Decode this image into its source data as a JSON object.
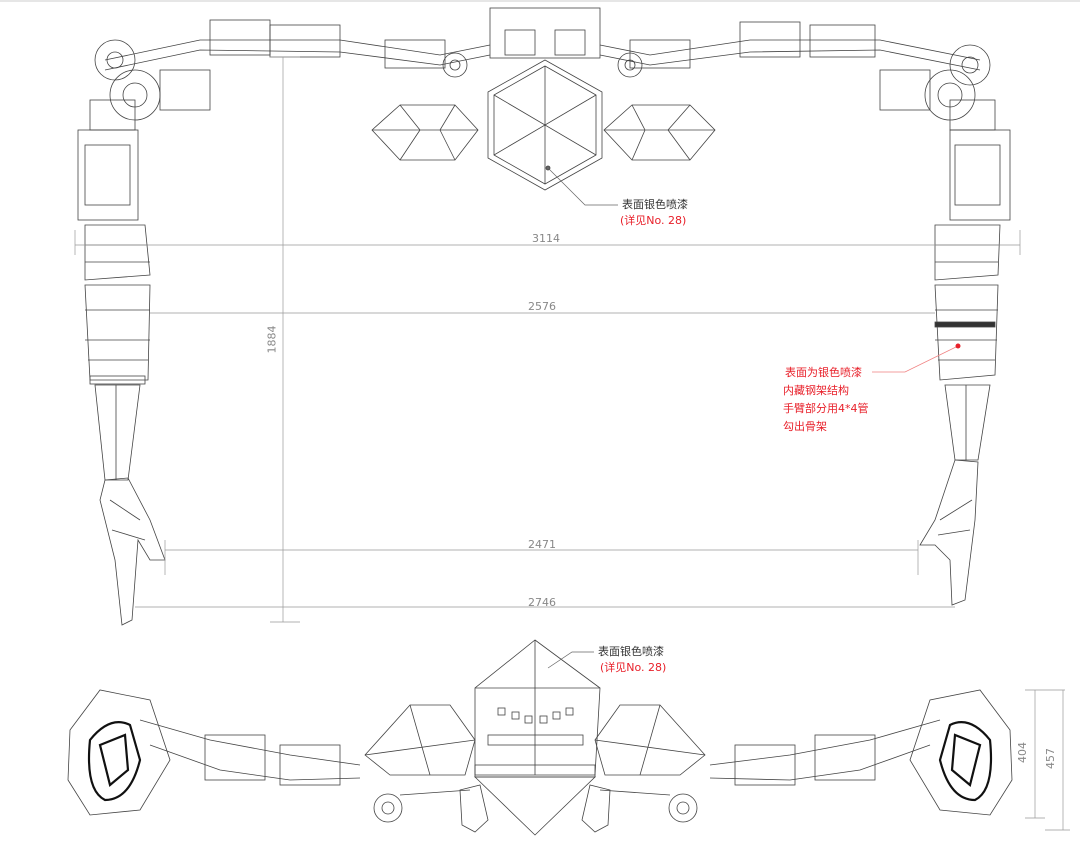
{
  "top_view": {
    "dimensions": {
      "width_outer": "3114",
      "width_upper_arm": "2576",
      "width_hands": "2471",
      "width_fingertips": "2746",
      "height": "1884"
    },
    "note_head": {
      "line1": "表面银色喷漆",
      "line2": "(详见No. 28)"
    },
    "note_arm": {
      "line1": "表面为银色喷漆",
      "line2": "内藏钢架结构",
      "line3": "手臂部分用4*4管",
      "line4": "勾出骨架"
    }
  },
  "bottom_view": {
    "note_head": {
      "line1": "表面银色喷漆",
      "line2": "(详见No. 28)"
    },
    "dimensions": {
      "height_inner": "404",
      "height_outer": "457"
    }
  },
  "colors": {
    "line": "#333333",
    "dimension": "#999999",
    "annotation_red": "#e8202a"
  }
}
